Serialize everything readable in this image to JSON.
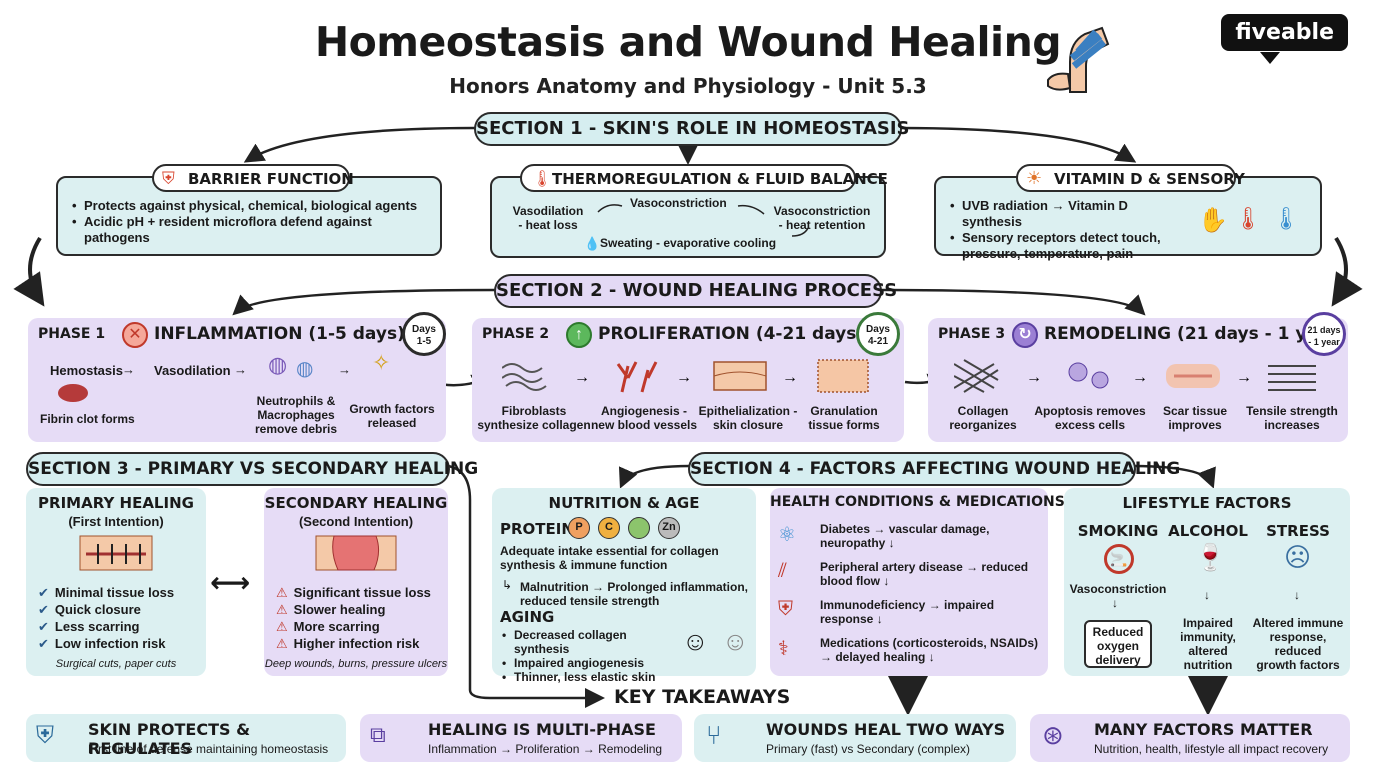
{
  "header": {
    "title": "Homeostasis and Wound Healing",
    "subtitle": "Honors Anatomy and Physiology - Unit 5.3",
    "logo": "fiveable"
  },
  "section1": {
    "title": "SECTION 1 - SKIN'S ROLE IN HOMEOSTASIS",
    "barrier": {
      "title": "BARRIER FUNCTION",
      "items": [
        "Protects against physical, chemical, biological agents",
        "Acidic pH + resident microflora defend against pathogens"
      ]
    },
    "thermo": {
      "title": "THERMOREGULATION & FLUID BALANCE",
      "vasodilation": "Vasodilation\n- heat loss",
      "vasoconstriction_mid": "Vasoconstriction",
      "vasoconstriction_right": "Vasoconstriction\n- heat retention",
      "sweating": "Sweating - evaporative cooling"
    },
    "vitamin": {
      "title": "VITAMIN D & SENSORY",
      "items": [
        "UVB radiation → Vitamin D synthesis",
        "Sensory receptors detect touch, pressure, temperature, pain"
      ]
    }
  },
  "section2": {
    "title": "SECTION 2 - WOUND HEALING PROCESS",
    "phase1": {
      "label": "PHASE 1",
      "title": "INFLAMMATION (1-5 days)",
      "timer": "Days\n1-5",
      "steps": [
        "Hemostasis",
        "Vasodilation"
      ],
      "clot": "Fibrin clot forms",
      "cells": "Neutrophils &\nMacrophages\nremove debris",
      "growth": "Growth factors\nreleased"
    },
    "phase2": {
      "label": "PHASE 2",
      "title": "PROLIFERATION (4-21 days)",
      "timer": "Days\n4-21",
      "steps": [
        "Fibroblasts\nsynthesize collagen",
        "Angiogenesis -\nnew blood vessels",
        "Epithelialization -\nskin closure",
        "Granulation\ntissue forms"
      ]
    },
    "phase3": {
      "label": "PHASE 3",
      "title": "REMODELING (21 days - 1 year)",
      "timer": "21 days\n- 1 year",
      "steps": [
        "Collagen\nreorganizes",
        "Apoptosis removes\nexcess cells",
        "Scar tissue\nimproves",
        "Tensile strength\nincreases"
      ]
    }
  },
  "section3": {
    "title": "SECTION 3 - PRIMARY VS SECONDARY HEALING",
    "primary": {
      "title": "PRIMARY HEALING",
      "sub": "(First Intention)",
      "items": [
        "Minimal tissue loss",
        "Quick closure",
        "Less scarring",
        "Low infection risk"
      ],
      "example": "Surgical cuts, paper cuts"
    },
    "secondary": {
      "title": "SECONDARY HEALING",
      "sub": "(Second Intention)",
      "items": [
        "Significant tissue loss",
        "Slower healing",
        "More scarring",
        "Higher infection risk"
      ],
      "example": "Deep wounds, burns, pressure ulcers"
    }
  },
  "section4": {
    "title": "SECTION 4 - FACTORS AFFECTING WOUND HEALING",
    "nutrition": {
      "title": "NUTRITION & AGE",
      "protein": "PROTEIN",
      "badges": [
        "P",
        "C",
        "",
        "Zn"
      ],
      "protein_text": "Adequate intake essential for collagen synthesis & immune function",
      "malnutrition": "Malnutrition → Prolonged inflammation,\nreduced tensile strength",
      "aging": "AGING",
      "aging_items": [
        "Decreased collagen synthesis",
        "Impaired angiogenesis",
        "Thinner, less elastic skin"
      ]
    },
    "health": {
      "title": "HEALTH CONDITIONS & MEDICATIONS",
      "items": [
        "Diabetes → vascular damage,\nneuropathy ↓",
        "Peripheral artery disease → reduced\nblood flow ↓",
        "Immunodeficiency → impaired\nresponse ↓",
        "Medications (corticosteroids, NSAIDs)\n→ delayed healing ↓"
      ]
    },
    "lifestyle": {
      "title": "LIFESTYLE FACTORS",
      "smoking": "SMOKING",
      "alcohol": "ALCOHOL",
      "stress": "STRESS",
      "smoking_effect": "Vasoconstriction",
      "smoking_result": "Reduced\noxygen\ndelivery",
      "alcohol_effect": "Impaired\nimmunity,\naltered\nnutrition",
      "stress_effect": "Altered immune\nresponse,\nreduced\ngrowth factors"
    }
  },
  "takeaways": {
    "title": "KEY TAKEAWAYS",
    "items": [
      {
        "title": "SKIN PROTECTS & REGULATES",
        "sub": "First line of defense maintaining homeostasis"
      },
      {
        "title": "HEALING IS MULTI-PHASE",
        "sub": "Inflammation → Proliferation → Remodeling"
      },
      {
        "title": "WOUNDS HEAL TWO WAYS",
        "sub": "Primary (fast) vs Secondary (complex)"
      },
      {
        "title": "MANY FACTORS MATTER",
        "sub": "Nutrition, health, lifestyle all impact recovery"
      }
    ]
  },
  "colors": {
    "teal": "#d6eef0",
    "purple": "#e3d9f5",
    "outline": "#2b2b2b"
  }
}
